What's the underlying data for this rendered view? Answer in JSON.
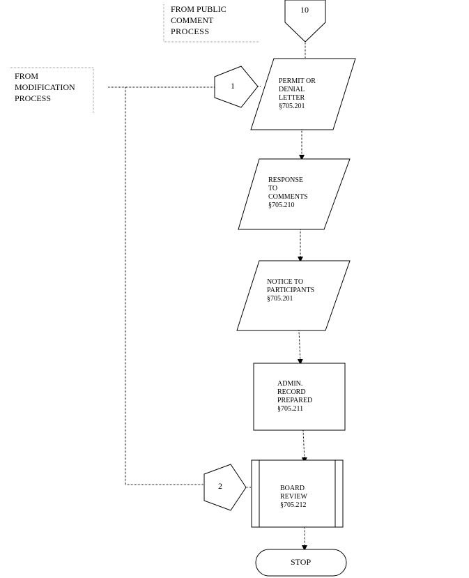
{
  "diagram": {
    "sources": {
      "public_comment": [
        "FROM PUBLIC",
        "COMMENT",
        "PROCESS"
      ],
      "modification": [
        "FROM",
        "MODIFICATION",
        "PROCESS"
      ]
    },
    "connectors": {
      "c10": "10",
      "c1": "1",
      "c2": "2"
    },
    "steps": {
      "permit": [
        "PERMIT OR",
        "DENIAL",
        "LETTER",
        "§705.201"
      ],
      "response": [
        "RESPONSE",
        "TO",
        "COMMENTS",
        "§705.210"
      ],
      "notice": [
        "NOTICE TO",
        "PARTICIPANTS",
        "§705.201"
      ],
      "admin": [
        "ADMIN.",
        "RECORD",
        "PREPARED",
        "§705.211"
      ],
      "board": [
        "BOARD",
        "REVIEW",
        "§705.212"
      ]
    },
    "terminal": "STOP"
  }
}
